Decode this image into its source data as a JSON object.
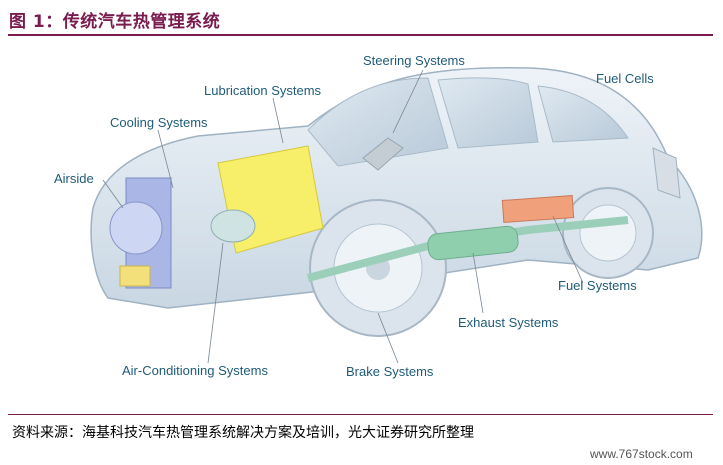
{
  "header": {
    "title": "图 1：传统汽车热管理系统"
  },
  "diagram": {
    "labels": {
      "steering": "Steering Systems",
      "fuel_cells": "Fuel Cells",
      "lubrication": "Lubrication Systems",
      "cooling": "Cooling Systems",
      "airside": "Airside",
      "fuel_systems": "Fuel Systems",
      "exhaust": "Exhaust Systems",
      "air_conditioning": "Air-Conditioning Systems",
      "brake": "Brake Systems"
    }
  },
  "footer": {
    "source": "资料来源：海基科技汽车热管理系统解决方案及培训，光大证券研究所整理",
    "watermark": "www.767stock.com"
  }
}
